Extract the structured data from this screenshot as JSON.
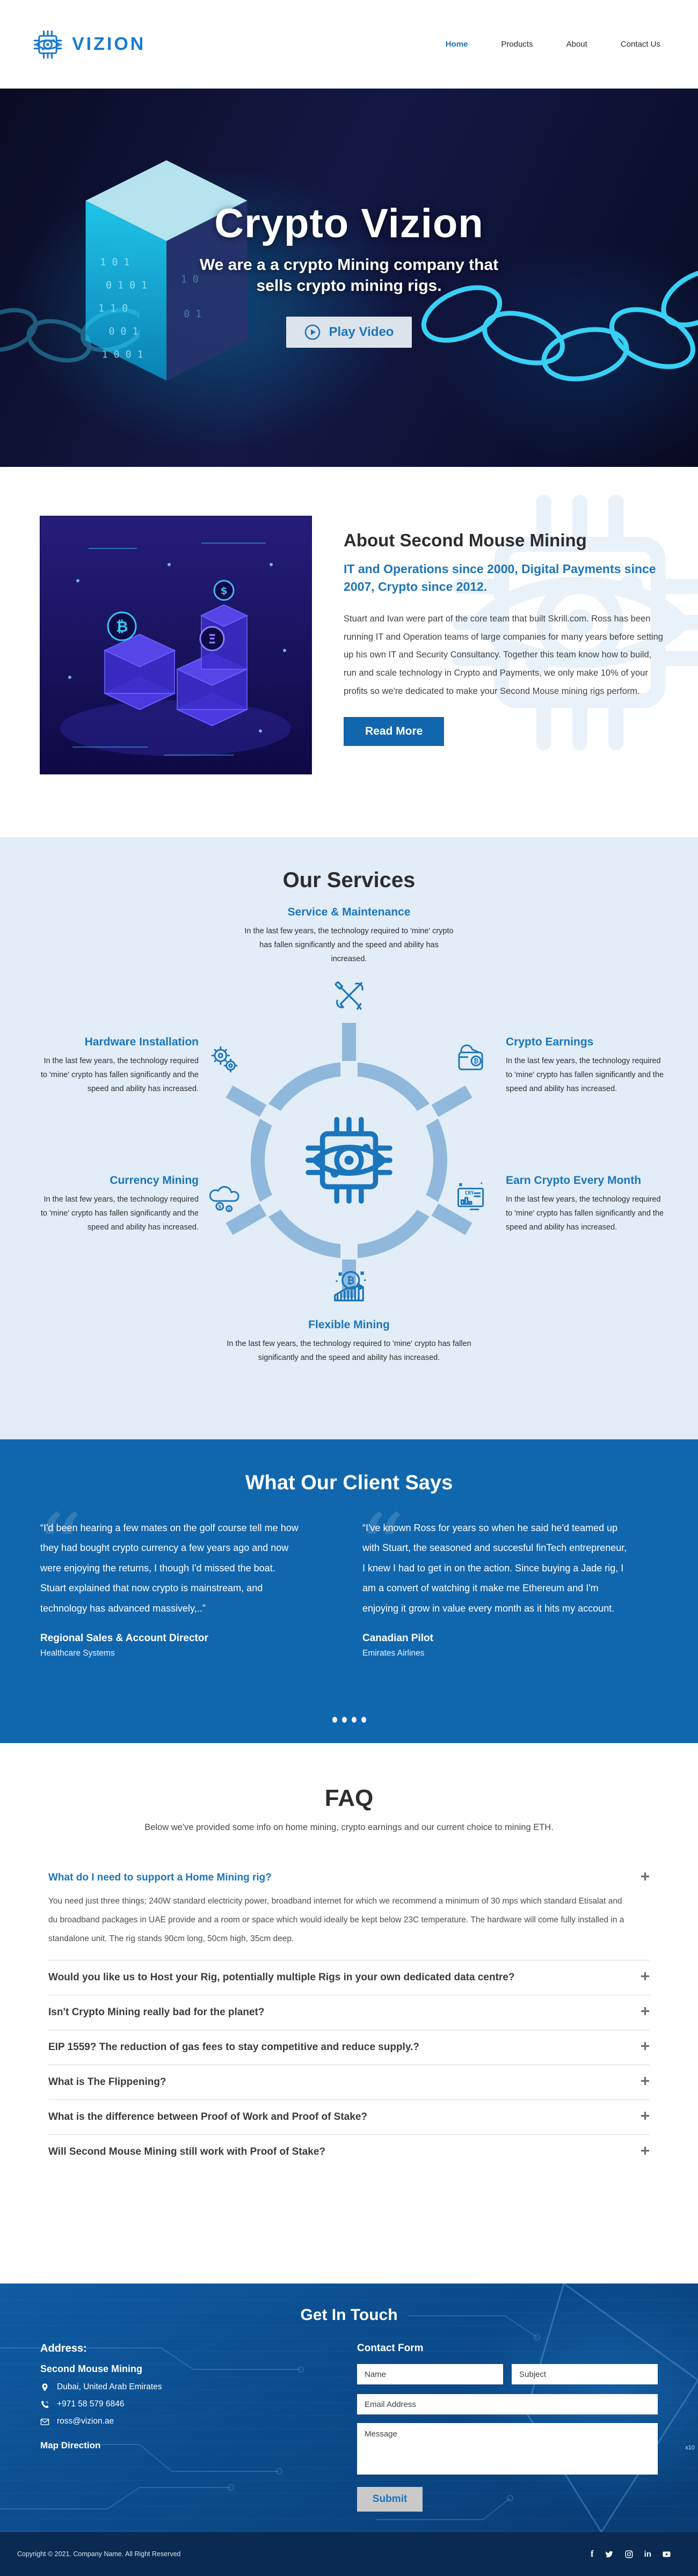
{
  "colors": {
    "accent": "#1b75bc",
    "services_bg": "#e2edf7",
    "testimonial_bg": "#1167ae",
    "footer_bar_bg": "#0a2a51",
    "hero_bg": "#0d1133"
  },
  "brand": {
    "name": "VIZION"
  },
  "header": {
    "nav": [
      "Home",
      "Products",
      "About",
      "Contact Us"
    ]
  },
  "hero": {
    "title": "Crypto Vizion",
    "subtitle_line1": "We are a a crypto Mining company that",
    "subtitle_line2": "sells crypto mining rigs.",
    "play_label": "Play Video"
  },
  "about": {
    "title": "About Second Mouse Mining",
    "subtitle": "IT and Operations since 2000, Digital Payments since 2007, Crypto since 2012.",
    "body": "Stuart and Ivan were part of the core team that built Skrill.com. Ross has been running IT and Operation teams of large companies for many years before setting up his own IT and Security Consultancy.  Together this team know how to build, run and scale technology in Crypto and Payments, we only make 10% of your profits so we're dedicated to make your Second Mouse mining rigs perform.",
    "read_more": "Read More"
  },
  "services": {
    "title": "Our Services",
    "items": [
      {
        "title": "Service & Maintenance",
        "desc": "In the last few years, the technology required to 'mine' crypto has fallen significantly and the speed and ability has increased."
      },
      {
        "title": "Hardware Installation",
        "desc": "In the last few years, the technology required to 'mine' crypto has fallen significantly and the speed and ability has increased."
      },
      {
        "title": "Crypto Earnings",
        "desc": "In the last few years, the technology required to 'mine' crypto has fallen significantly and the speed and ability has increased."
      },
      {
        "title": "Currency Mining",
        "desc": "In the last few years, the technology required to 'mine' crypto has fallen significantly and the speed and ability has increased."
      },
      {
        "title": "Earn Crypto Every Month",
        "desc": "In the last few years, the technology required to 'mine' crypto has fallen significantly and the speed and ability has increased."
      },
      {
        "title": "Flexible Mining",
        "desc": "In the last few years, the technology required to 'mine' crypto has fallen significantly and the speed and ability has increased."
      }
    ]
  },
  "testimonials": {
    "title": "What Our Client Says",
    "items": [
      {
        "quote": "“I'd been hearing a few mates on the golf course tell me how they had bought crypto currency a few years ago and now were enjoying the returns, I though I'd missed the boat.\nStuart explained that now crypto is mainstream, and technology has advanced  massively,..”",
        "role": "Regional Sales & Account Director",
        "org": "Healthcare Systems"
      },
      {
        "quote": "“I've known Ross for years so when he said he'd teamed up with Stuart, the seasoned and succesful finTech entrepreneur,\nI knew I had to get in on the action.  Since buying a Jade rig, I am a convert of watching it make me Ethereum and I'm enjoying it grow in value every month as it hits my account.",
        "role": "Canadian Pilot",
        "org": "Emirates Airlines"
      }
    ],
    "dot_count": 4
  },
  "faq": {
    "title": "FAQ",
    "subtitle": "Below we've provided some info on home mining, crypto earnings and our current choice to mining ETH.",
    "items": [
      {
        "q": "What do I need to support a Home Mining rig?",
        "a": "You need just three things; 240W standard electricity power, broadband internet for which we recommend a minimum of 30 mps which standard Etisalat and du broadband packages in UAE provide and a room or space which would ideally be kept below 23C temperature.  The hardware will come fully installed in a standalone unit.  The rig stands 90cm long, 50cm high, 35cm deep."
      },
      {
        "q": "Would you like us to Host your Rig, potentially multiple Rigs in your own dedicated data centre?"
      },
      {
        "q": "Isn't Crypto Mining really bad for the planet?"
      },
      {
        "q": "EIP 1559?  The reduction of gas fees to stay competitive and reduce supply.?"
      },
      {
        "q": "What is The Flippening?"
      },
      {
        "q": "What is the difference between Proof of Work and Proof of Stake?"
      },
      {
        "q": "Will Second Mouse Mining still work with Proof of Stake?"
      }
    ]
  },
  "footer": {
    "title": "Get In Touch",
    "address_label": "Address:",
    "company": "Second Mouse Mining",
    "location": "Dubai, United Arab Emirates",
    "phone": "+971 58 579 6846",
    "email": "ross@vizion.ae",
    "map_link": "Map Direction",
    "form": {
      "heading": "Contact Form",
      "name_placeholder": "Name",
      "subject_placeholder": "Subject",
      "email_placeholder": "Email Address",
      "message_placeholder": "Message",
      "submit_label": "Submit"
    },
    "badge": "x10",
    "copyright": "Copyright © 2021. Company Name. All Right Reserved"
  }
}
